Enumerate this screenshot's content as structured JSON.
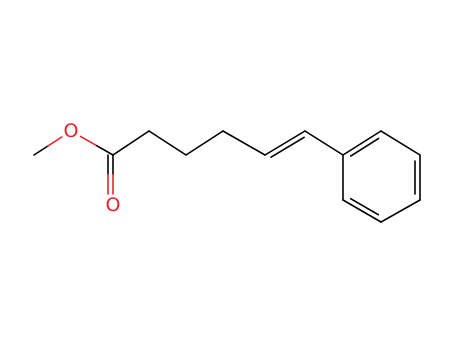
{
  "molecule": {
    "atoms": [
      {
        "id": "a1",
        "element": "C",
        "label": ""
      },
      {
        "id": "a2",
        "element": "O",
        "label": "O"
      },
      {
        "id": "a3",
        "element": "C",
        "label": ""
      },
      {
        "id": "a4",
        "element": "O",
        "label": "O"
      },
      {
        "id": "a5",
        "element": "C",
        "label": ""
      },
      {
        "id": "a6",
        "element": "C",
        "label": ""
      },
      {
        "id": "a7",
        "element": "C",
        "label": ""
      },
      {
        "id": "a8",
        "element": "C",
        "label": ""
      },
      {
        "id": "a9",
        "element": "C",
        "label": ""
      },
      {
        "id": "a10",
        "element": "C",
        "label": ""
      },
      {
        "id": "a11",
        "element": "C",
        "label": ""
      },
      {
        "id": "a12",
        "element": "C",
        "label": ""
      },
      {
        "id": "a13",
        "element": "C",
        "label": ""
      },
      {
        "id": "a14",
        "element": "C",
        "label": ""
      },
      {
        "id": "a15",
        "element": "C",
        "label": ""
      },
      {
        "id": "a16",
        "element": "C",
        "label": ""
      }
    ],
    "bonds": [
      {
        "from": "a1",
        "to": "a2",
        "order": 1
      },
      {
        "from": "a2",
        "to": "a3",
        "order": 1
      },
      {
        "from": "a3",
        "to": "a4",
        "order": 2
      },
      {
        "from": "a3",
        "to": "a5",
        "order": 1
      },
      {
        "from": "a5",
        "to": "a6",
        "order": 1
      },
      {
        "from": "a6",
        "to": "a7",
        "order": 1
      },
      {
        "from": "a7",
        "to": "a8",
        "order": 1
      },
      {
        "from": "a8",
        "to": "a9",
        "order": 2
      },
      {
        "from": "a9",
        "to": "a10",
        "order": 1
      },
      {
        "from": "a10",
        "to": "a11",
        "order": 2
      },
      {
        "from": "a11",
        "to": "a12",
        "order": 1
      },
      {
        "from": "a12",
        "to": "a13",
        "order": 2
      },
      {
        "from": "a13",
        "to": "a14",
        "order": 1
      },
      {
        "from": "a14",
        "to": "a15",
        "order": 2
      },
      {
        "from": "a15",
        "to": "a10",
        "order": 1
      }
    ]
  },
  "colors": {
    "carbon": "#000000",
    "oxygen": "#e8242a",
    "background": "#ffffff"
  }
}
